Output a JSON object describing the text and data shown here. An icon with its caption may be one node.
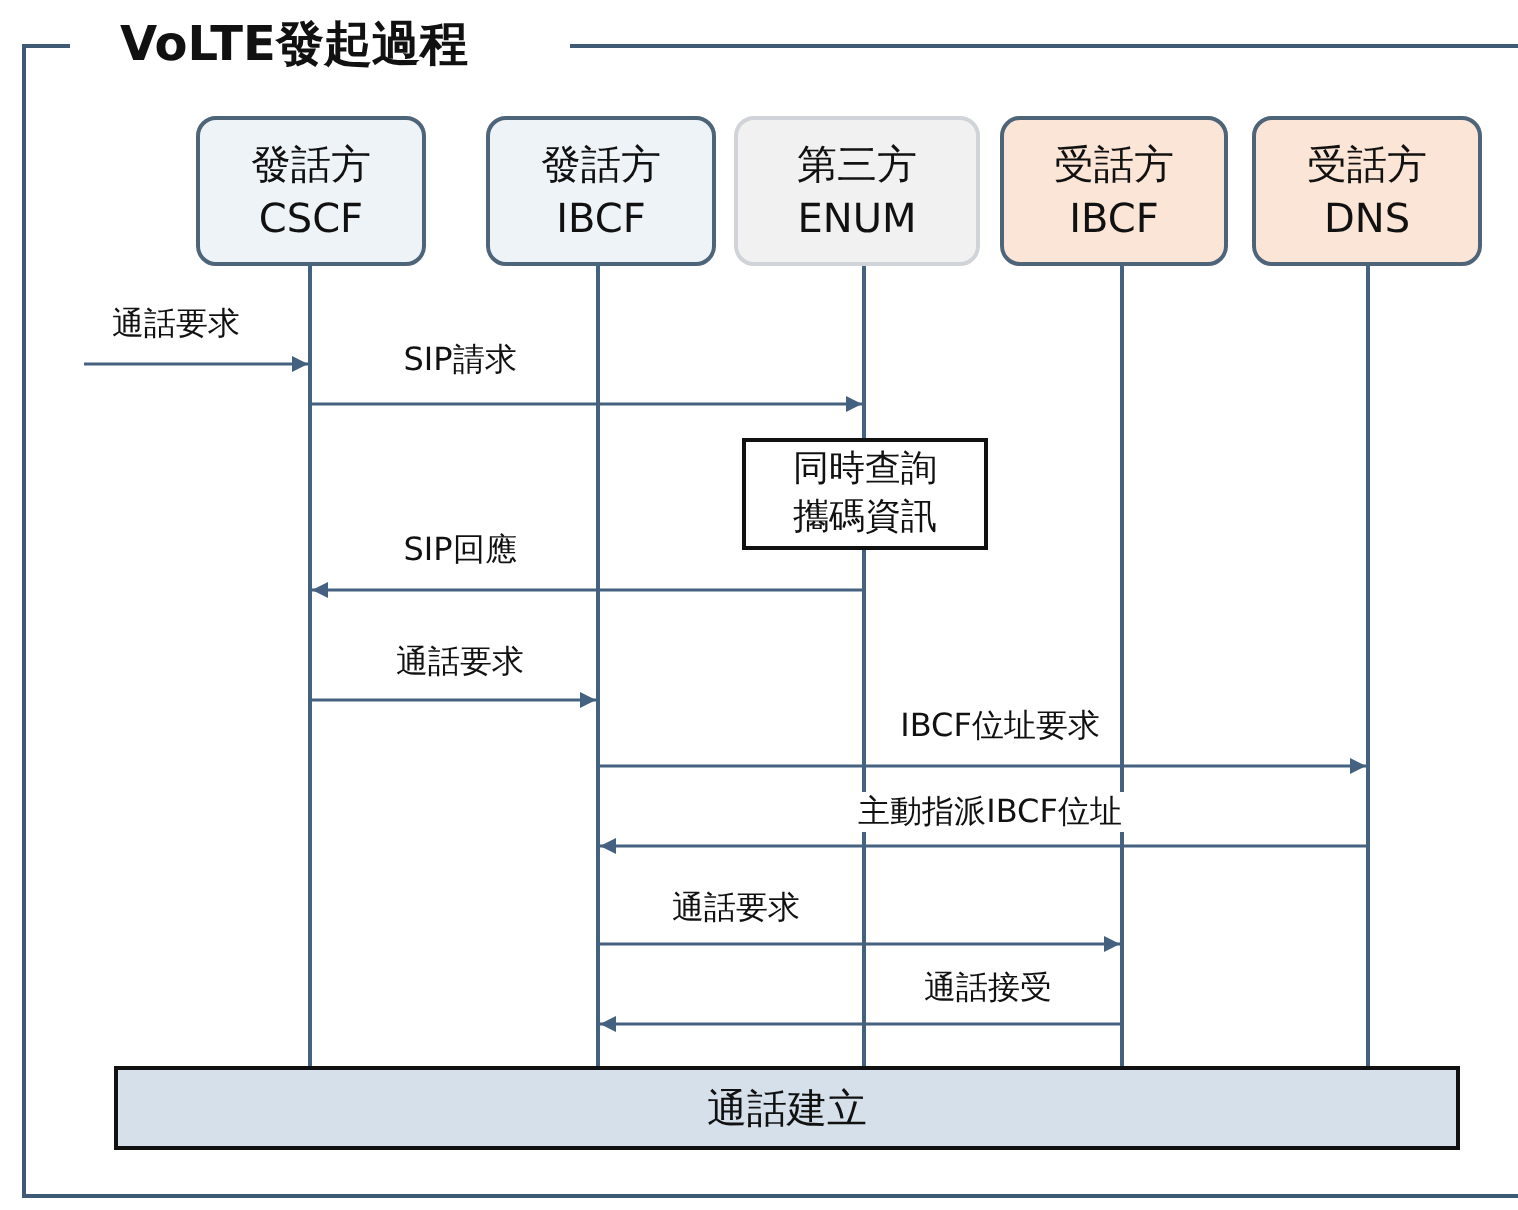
{
  "diagram": {
    "title": "VoLTE發起過程",
    "nodes": [
      {
        "text": [
          "發話方",
          "CSCF"
        ]
      },
      {
        "text": [
          "發話方",
          "IBCF"
        ]
      },
      {
        "text": [
          "第三方",
          "ENUM"
        ]
      },
      {
        "text": [
          "受話方",
          "IBCF"
        ]
      },
      {
        "text": [
          "受話方",
          "DNS"
        ]
      },
      {
        "text": [
          "同時查詢攜碼資訊"
        ]
      },
      {
        "text": [
          "通話建立"
        ]
      },
      {
        "text": [],
        "shape": "line"
      },
      {
        "text": [],
        "shape": "line"
      },
      {
        "text": [],
        "shape": "line"
      },
      {
        "text": [],
        "shape": "line"
      },
      {
        "text": [],
        "shape": "line"
      },
      {
        "text": [],
        "shape": "line"
      }
    ],
    "edges": [
      {
        "from": null,
        "to": 7,
        "arrow": "to",
        "label": "通話要求"
      },
      {
        "from": 7,
        "to": 9,
        "arrow": "to",
        "label": "SIP請求"
      },
      {
        "from": 10,
        "to": 7,
        "arrow": "to",
        "label": "SIP回應"
      },
      {
        "from": 7,
        "to": 8,
        "arrow": "to",
        "label": "通話要求"
      },
      {
        "from": 8,
        "to": 12,
        "arrow": "to",
        "label": "IBCF位址要求"
      },
      {
        "from": 12,
        "to": 8,
        "arrow": "to",
        "label": "主動指派IBCF位址"
      },
      {
        "from": 8,
        "to": 11,
        "arrow": "to",
        "label": "通話要求"
      },
      {
        "from": 11,
        "to": 8,
        "arrow": "to",
        "label": "通話接受"
      }
    ]
  }
}
